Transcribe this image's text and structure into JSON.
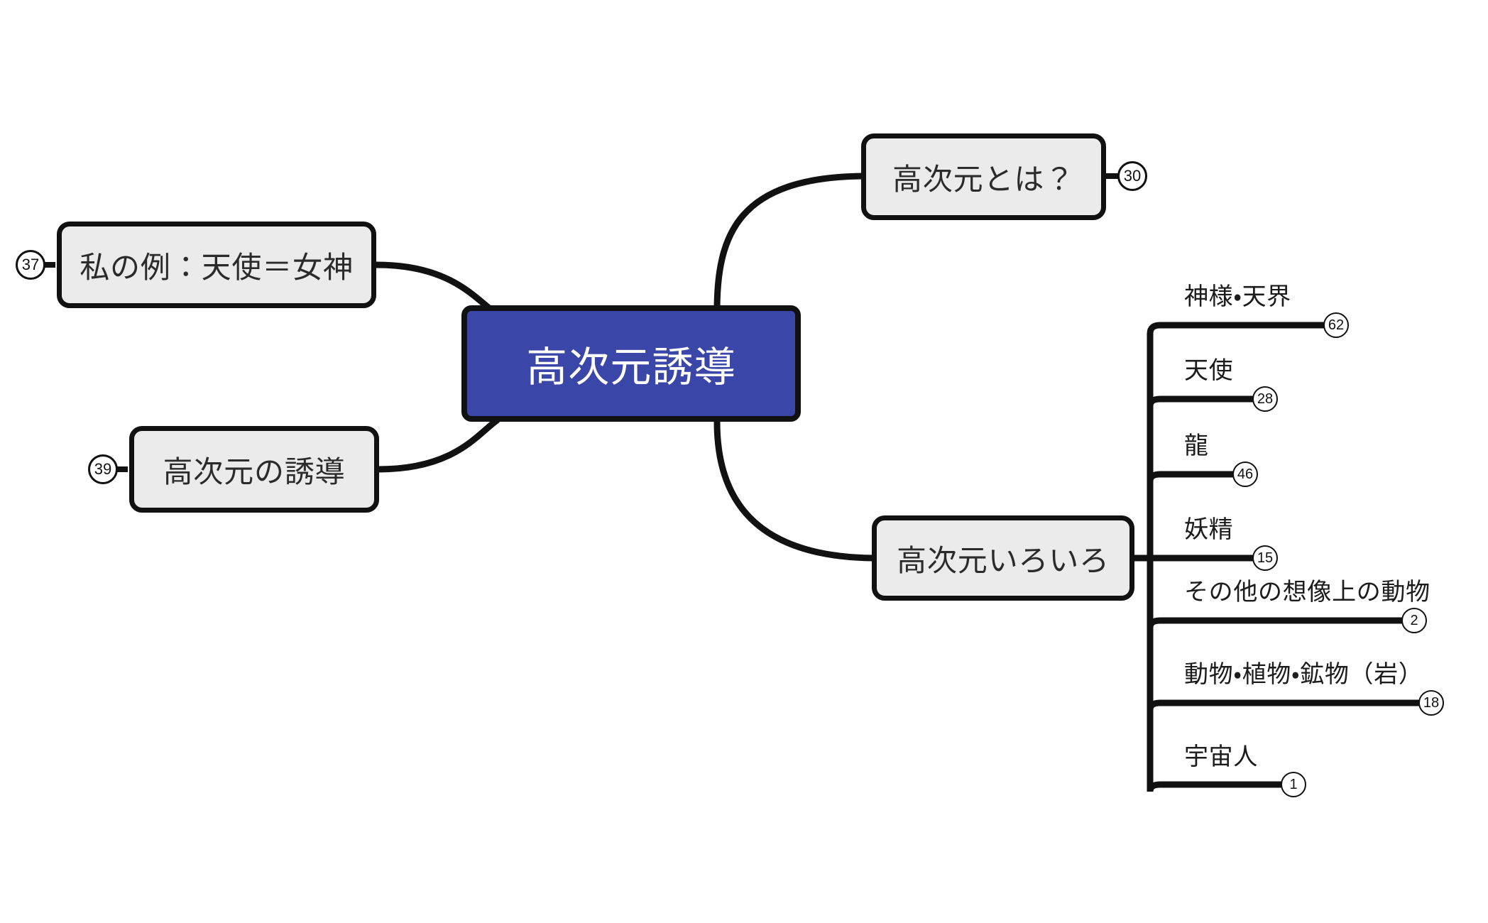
{
  "map": {
    "title": "高次元誘導",
    "root": {
      "label": "高次元誘導",
      "fill": "#3a46a8",
      "text_color": "#ffffff"
    },
    "node_fill": "#ebebeb",
    "node_border": "#111111",
    "node_text_color": "#2b2b2b",
    "branches": [
      {
        "label": "私の例：天使＝女神",
        "badge": "37",
        "badge_side": "left",
        "side": "left"
      },
      {
        "label": "高次元の誘導",
        "badge": "39",
        "badge_side": "left",
        "side": "left"
      },
      {
        "label": "高次元とは？",
        "badge": "30",
        "badge_side": "right",
        "side": "right"
      },
      {
        "label": "高次元いろいろ",
        "badge": "",
        "badge_side": "none",
        "side": "right"
      }
    ],
    "leaves": [
      {
        "label": "神様・天界",
        "badge": "62"
      },
      {
        "label": "天使",
        "badge": "28"
      },
      {
        "label": "龍",
        "badge": "46"
      },
      {
        "label": "妖精",
        "badge": "15"
      },
      {
        "label": "その他の想像上の動物",
        "badge": "2"
      },
      {
        "label": "動物・植物・鉱物（岩）",
        "badge": "18"
      },
      {
        "label": "宇宙人",
        "badge": "1"
      }
    ]
  }
}
